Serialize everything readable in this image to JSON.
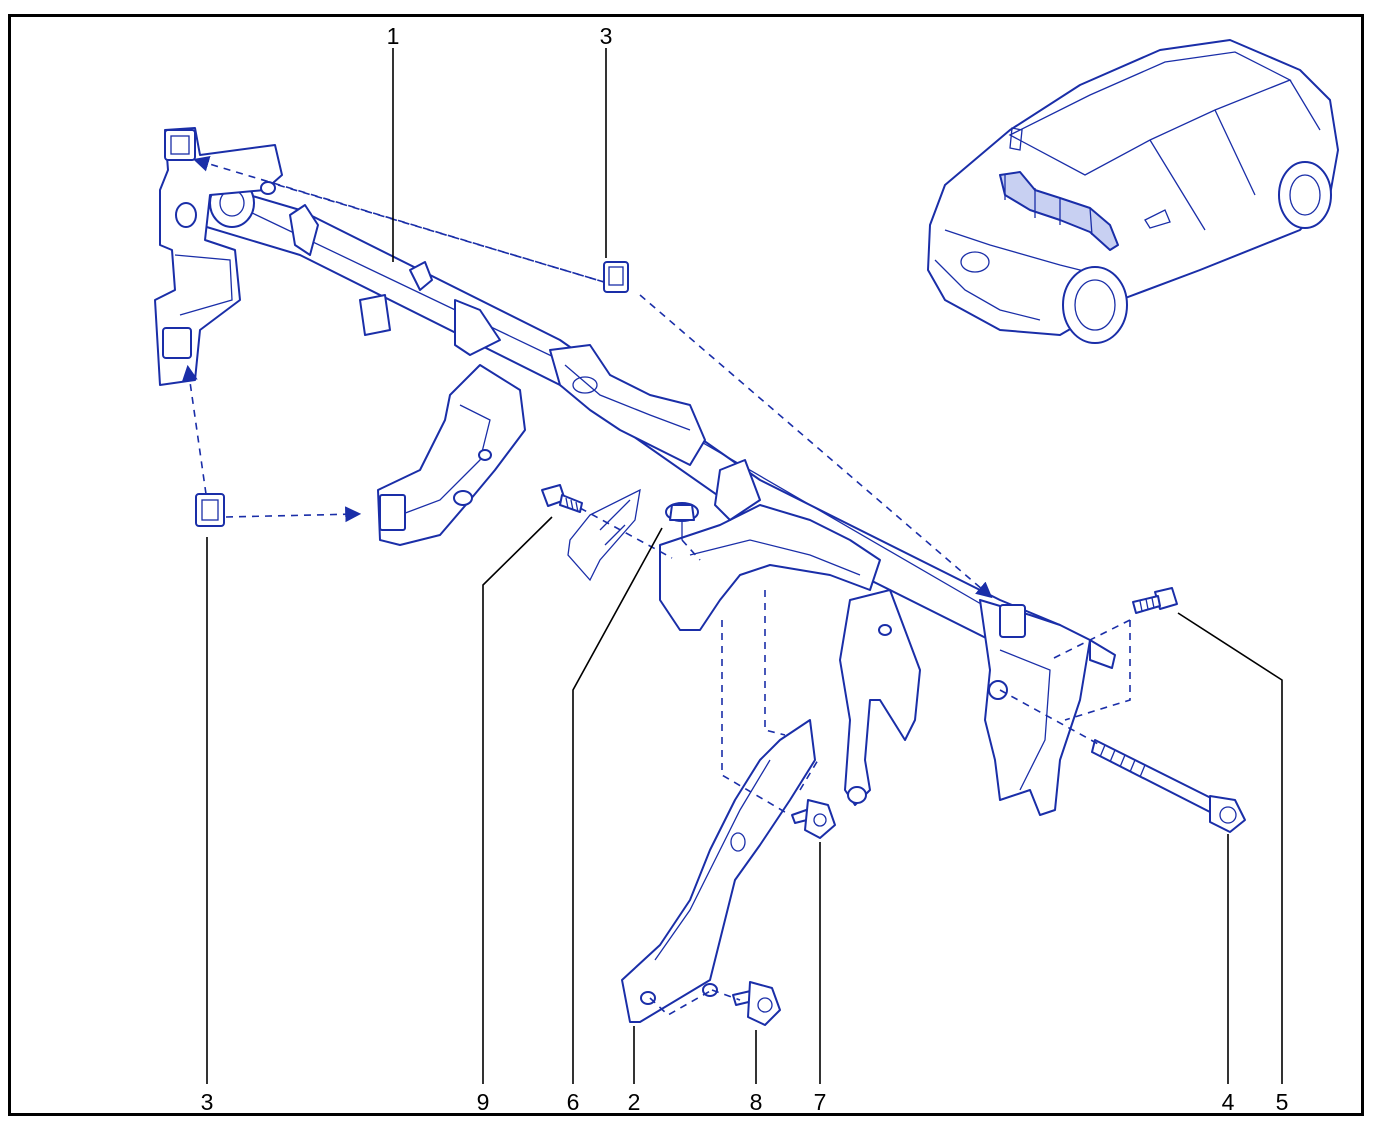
{
  "callouts": {
    "c1": "1",
    "c3_top": "3",
    "c3_bottom": "3",
    "c9": "9",
    "c6": "6",
    "c2": "2",
    "c8": "8",
    "c7": "7",
    "c4": "4",
    "c5": "5"
  },
  "colors": {
    "line_art": "#1a2ea8",
    "leader": "#000000",
    "frame": "#000000"
  }
}
